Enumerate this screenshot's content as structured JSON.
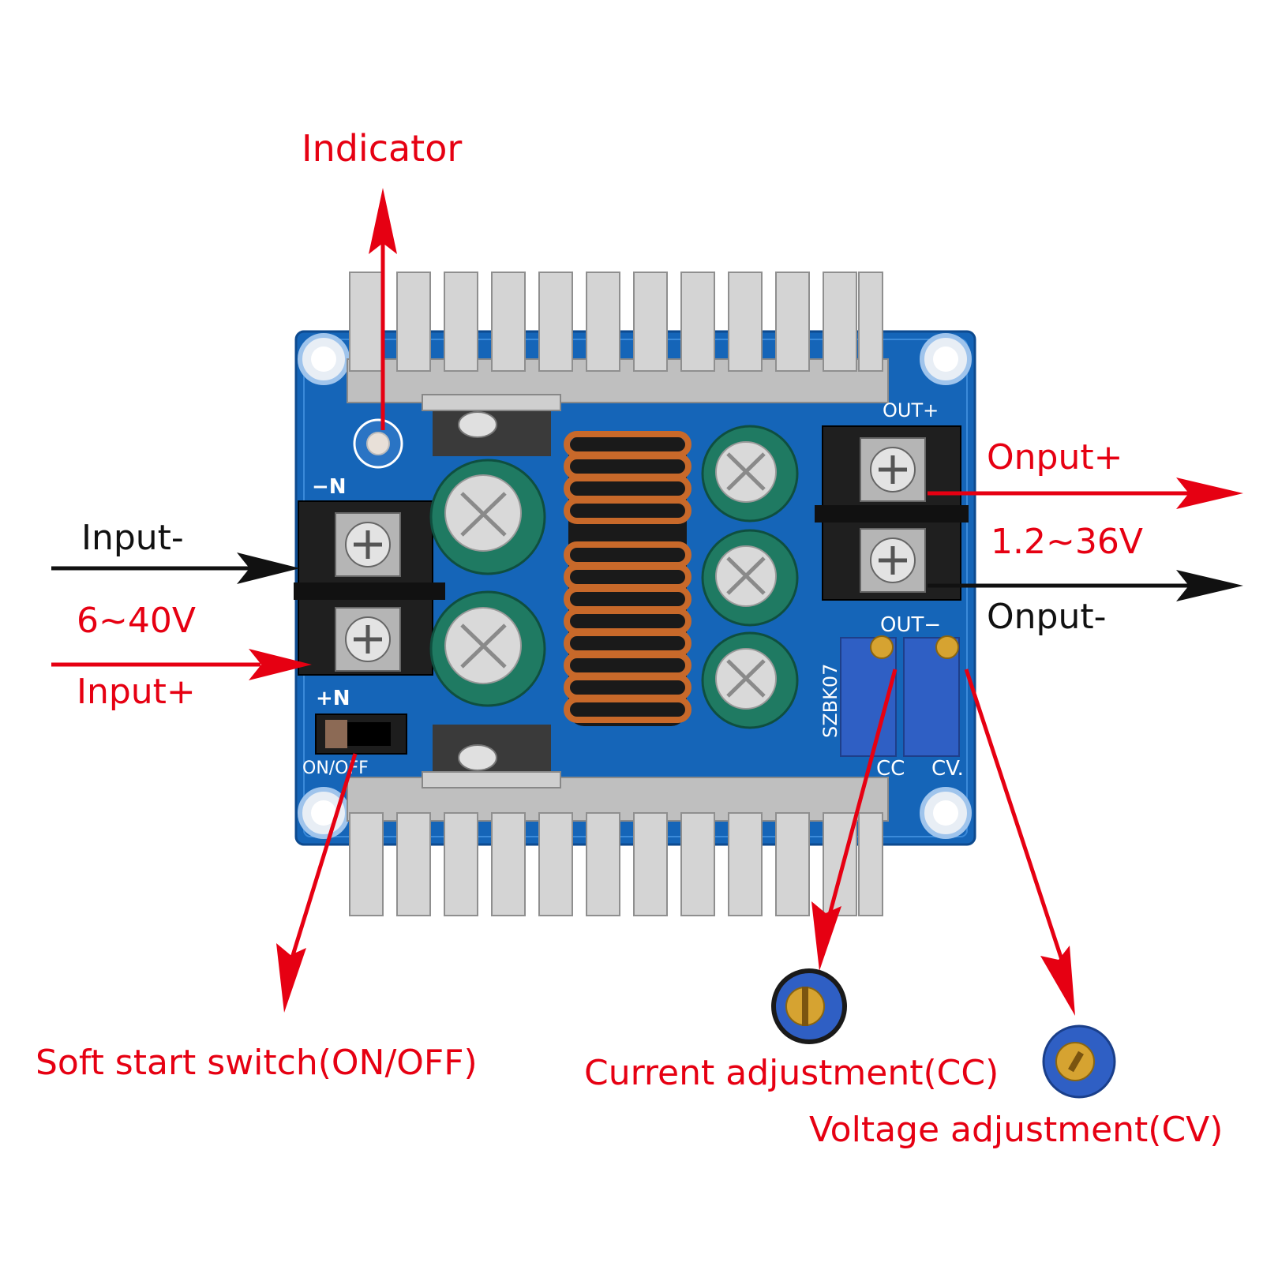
{
  "labels": {
    "indicator": "Indicator",
    "input_minus": "Input-",
    "input_voltage": "6~40V",
    "input_plus": "Input+",
    "output_plus": "Onput+",
    "output_voltage": "1.2~36V",
    "output_minus": "Onput-",
    "soft_start": "Soft start switch(ON/OFF)",
    "current_adj": "Current adjustment(CC)",
    "voltage_adj": "Voltage adjustment(CV)"
  },
  "board_markings": {
    "out_plus": "OUT+",
    "out_minus": "OUT−",
    "in_minus": "−N",
    "in_plus": "+N",
    "switch": "ON/OFF",
    "model": "SZBK07",
    "cc": "CC",
    "cv": "CV."
  },
  "colors": {
    "label_red": "#e60012",
    "label_black": "#111111",
    "pcb_blue": "#1565b8",
    "heatsink": "#c9c9c9",
    "copper": "#c8692a",
    "capacitor": "#1f7a62",
    "trimpot": "#2f5fc4"
  }
}
